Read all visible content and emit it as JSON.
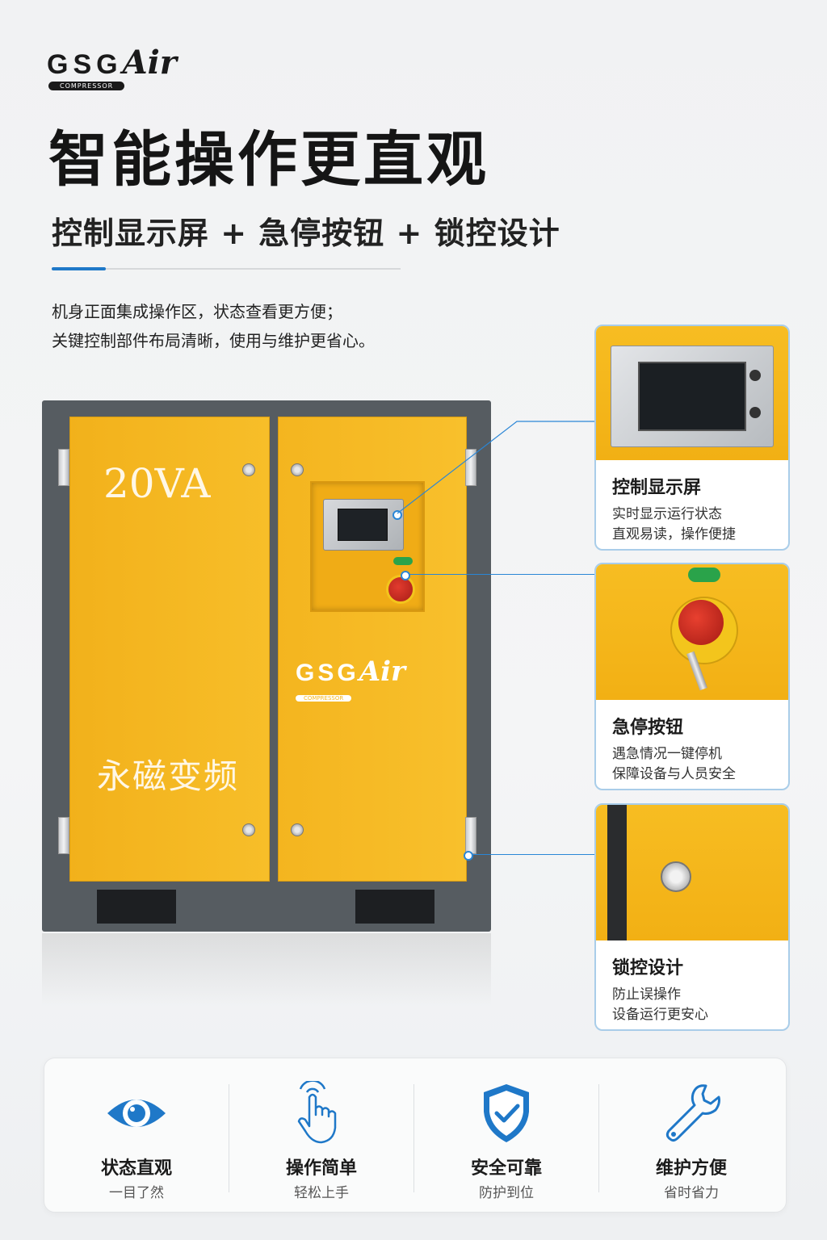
{
  "brand": {
    "logo_main": "GSG",
    "logo_air": "Air",
    "logo_sub": "COMPRESSOR"
  },
  "headline": "智能操作更直观",
  "subheadline": "控制显示屏 + 急停按钮 + 锁控设计",
  "description": [
    "机身正面集成操作区，状态查看更方便；",
    "关键控制部件布局清晰，使用与维护更省心。"
  ],
  "machine": {
    "model": "20VA",
    "door_label": "永磁变频",
    "door_logo_main": "GSG",
    "door_logo_air": "Air",
    "door_logo_sub": "COMPRESSOR",
    "color": "#f6b81f",
    "cabinet_color": "#565c61"
  },
  "callouts": [
    {
      "title": "控制显示屏",
      "lines": [
        "实时显示运行状态",
        "直观易读，操作便捷"
      ]
    },
    {
      "title": "急停按钮",
      "lines": [
        "遇急情况一键停机",
        "保障设备与人员安全"
      ]
    },
    {
      "title": "锁控设计",
      "lines": [
        "防止误操作",
        "设备运行更安心"
      ]
    }
  ],
  "features": [
    {
      "icon": "eye-icon",
      "title": "状态直观",
      "sub": "一目了然"
    },
    {
      "icon": "hand-touch-icon",
      "title": "操作简单",
      "sub": "轻松上手"
    },
    {
      "icon": "shield-check-icon",
      "title": "安全可靠",
      "sub": "防护到位"
    },
    {
      "icon": "wrench-icon",
      "title": "维护方便",
      "sub": "省时省力"
    }
  ],
  "accent_color": "#1f78c8"
}
